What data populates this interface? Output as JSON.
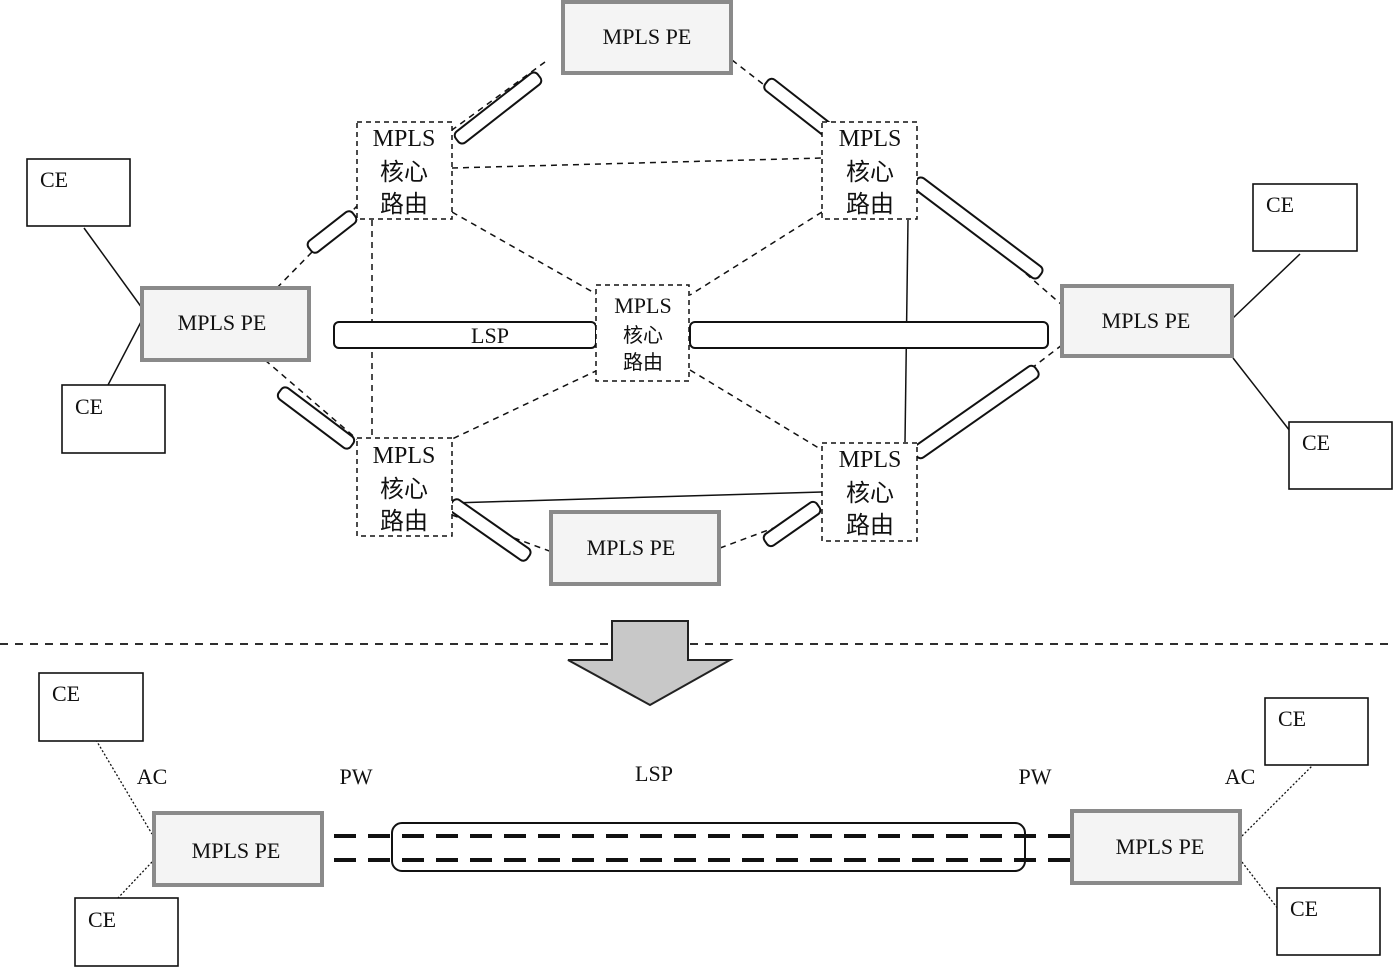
{
  "diagram": {
    "top": {
      "pe_label": "MPLS PE",
      "ce_label": "CE",
      "core_label_line1": "MPLS",
      "core_label_line2": "核心",
      "core_label_line3": "路由",
      "lsp_label": "LSP"
    },
    "bottom": {
      "ce_label": "CE",
      "pe_label": "MPLS PE",
      "ac_label": "AC",
      "pw_label": "PW",
      "lsp_label": "LSP"
    },
    "colors": {
      "pe_fill": "#f4f4f4",
      "pe_border": "#8a8a8a",
      "arrow_fill": "#c8c8c8"
    }
  }
}
